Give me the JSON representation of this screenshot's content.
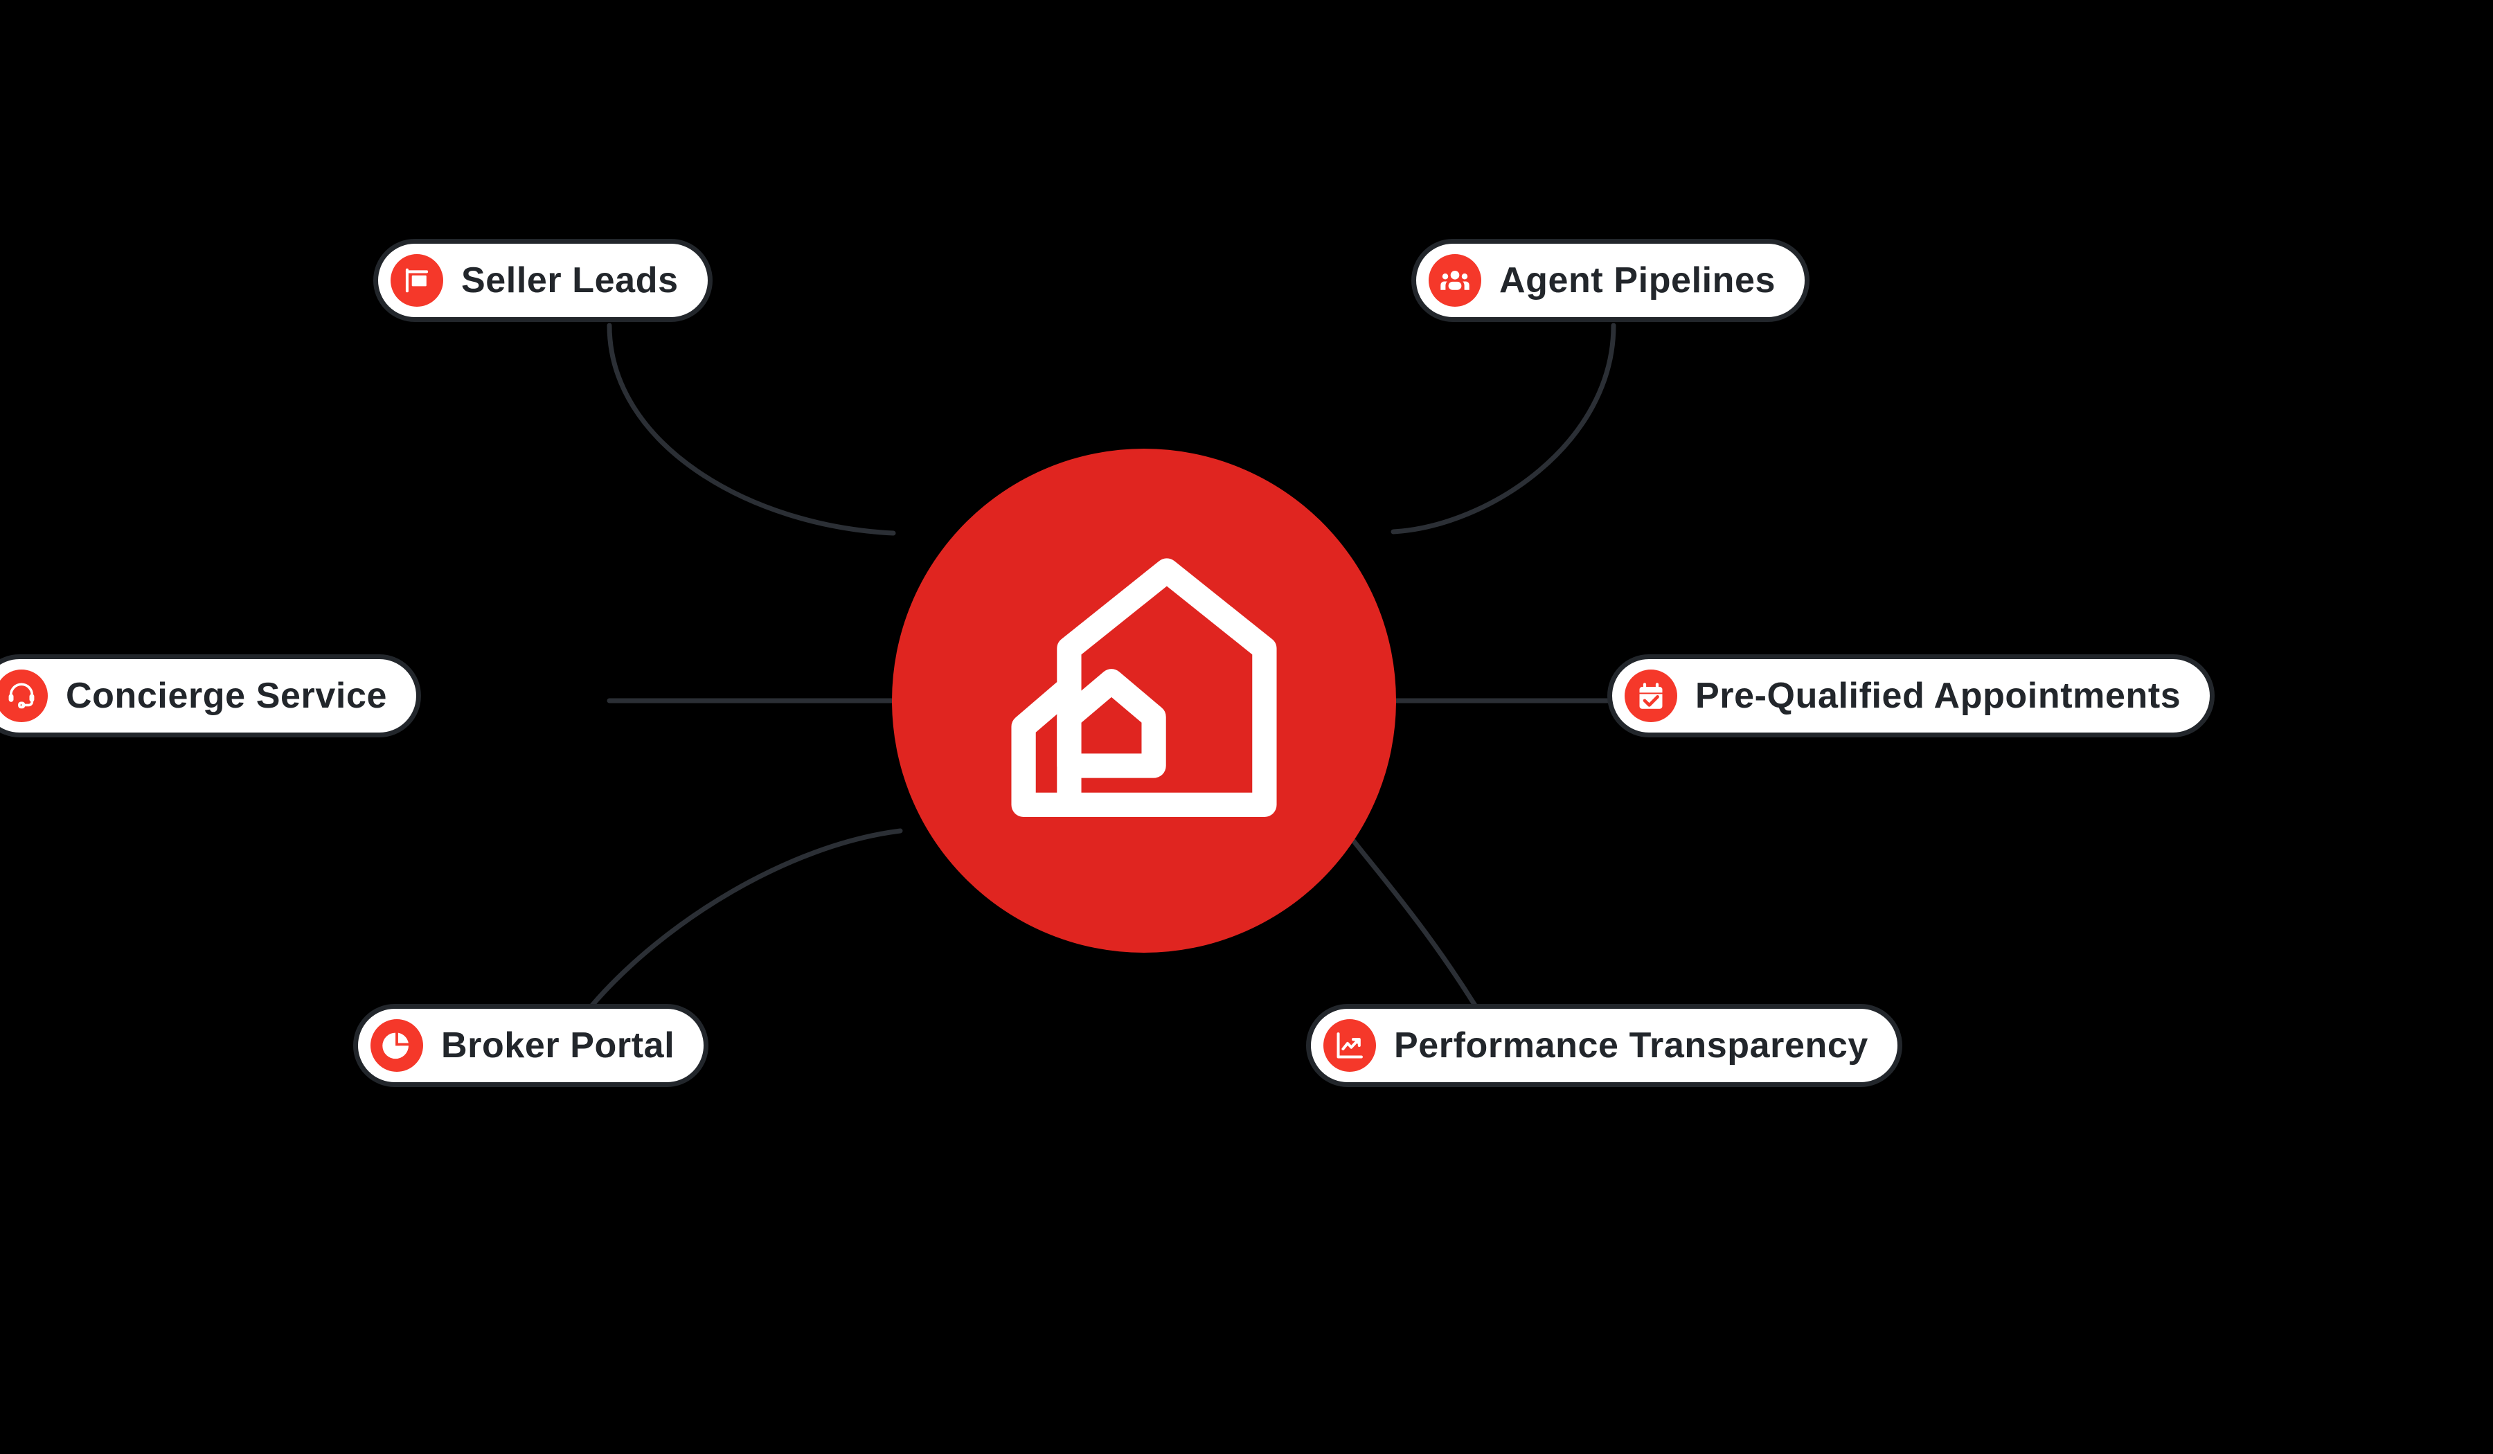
{
  "diagram": {
    "type": "hub-and-spoke",
    "background_color": "#000000",
    "accent_color": "#E02520",
    "badge_color": "#F5382A",
    "node_fill": "#FFFFFF",
    "node_border_color": "#22262B",
    "node_text_color": "#22262B",
    "connector_color": "#2B2F35",
    "hub": {
      "icon": "house-nested-icon",
      "label": ""
    },
    "nodes": [
      {
        "id": "seller-leads",
        "label": "Seller Leads",
        "icon": "for-sale-sign-icon",
        "position": "top-left"
      },
      {
        "id": "agent-pipelines",
        "label": "Agent Pipelines",
        "icon": "people-group-icon",
        "position": "top-right"
      },
      {
        "id": "concierge-service",
        "label": "Concierge Service",
        "icon": "headset-icon",
        "position": "middle-left"
      },
      {
        "id": "pre-qualified-appointments",
        "label": "Pre-Qualified Appointments",
        "icon": "calendar-check-icon",
        "position": "middle-right"
      },
      {
        "id": "broker-portal",
        "label": "Broker Portal",
        "icon": "pie-chart-icon",
        "position": "bottom-left"
      },
      {
        "id": "performance-transparency",
        "label": "Performance Transparency",
        "icon": "line-chart-up-icon",
        "position": "bottom-right"
      }
    ]
  }
}
